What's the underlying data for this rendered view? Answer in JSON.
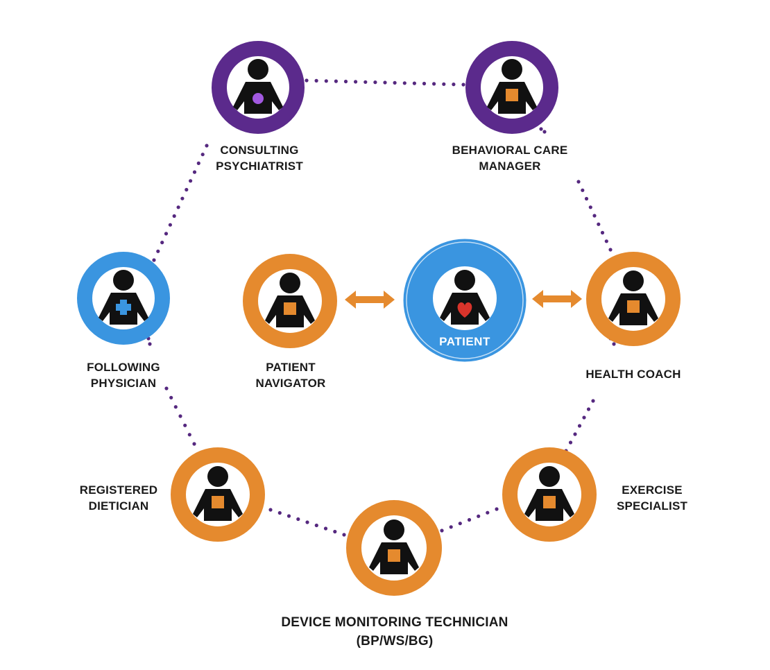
{
  "colors": {
    "purple": "#5b2a8c",
    "orange": "#e58a2e",
    "blue": "#3a95e0",
    "dots": "#55287f",
    "figure": "#111111",
    "heart": "#d9342b",
    "purple_dot": "#a259e0",
    "cross": "#3a95e0"
  },
  "patient": {
    "label": "PATIENT",
    "icon": "heart-icon"
  },
  "roles": {
    "consulting_psychiatrist": [
      "CONSULTING",
      "PSYCHIATRIST"
    ],
    "behavioral_care_manager": [
      "BEHAVIORAL CARE",
      "MANAGER"
    ],
    "following_physician": [
      "FOLLOWING",
      "PHYSICIAN"
    ],
    "patient_navigator": [
      "PATIENT",
      "NAVIGATOR"
    ],
    "health_coach": [
      "HEALTH COACH"
    ],
    "registered_dietician": [
      "REGISTERED",
      "DIETICIAN"
    ],
    "exercise_specialist": [
      "EXERCISE",
      "SPECIALIST"
    ],
    "device_monitoring_technician": [
      "DEVICE MONITORING TECHNICIAN",
      "(BP/WS/BG)"
    ]
  }
}
